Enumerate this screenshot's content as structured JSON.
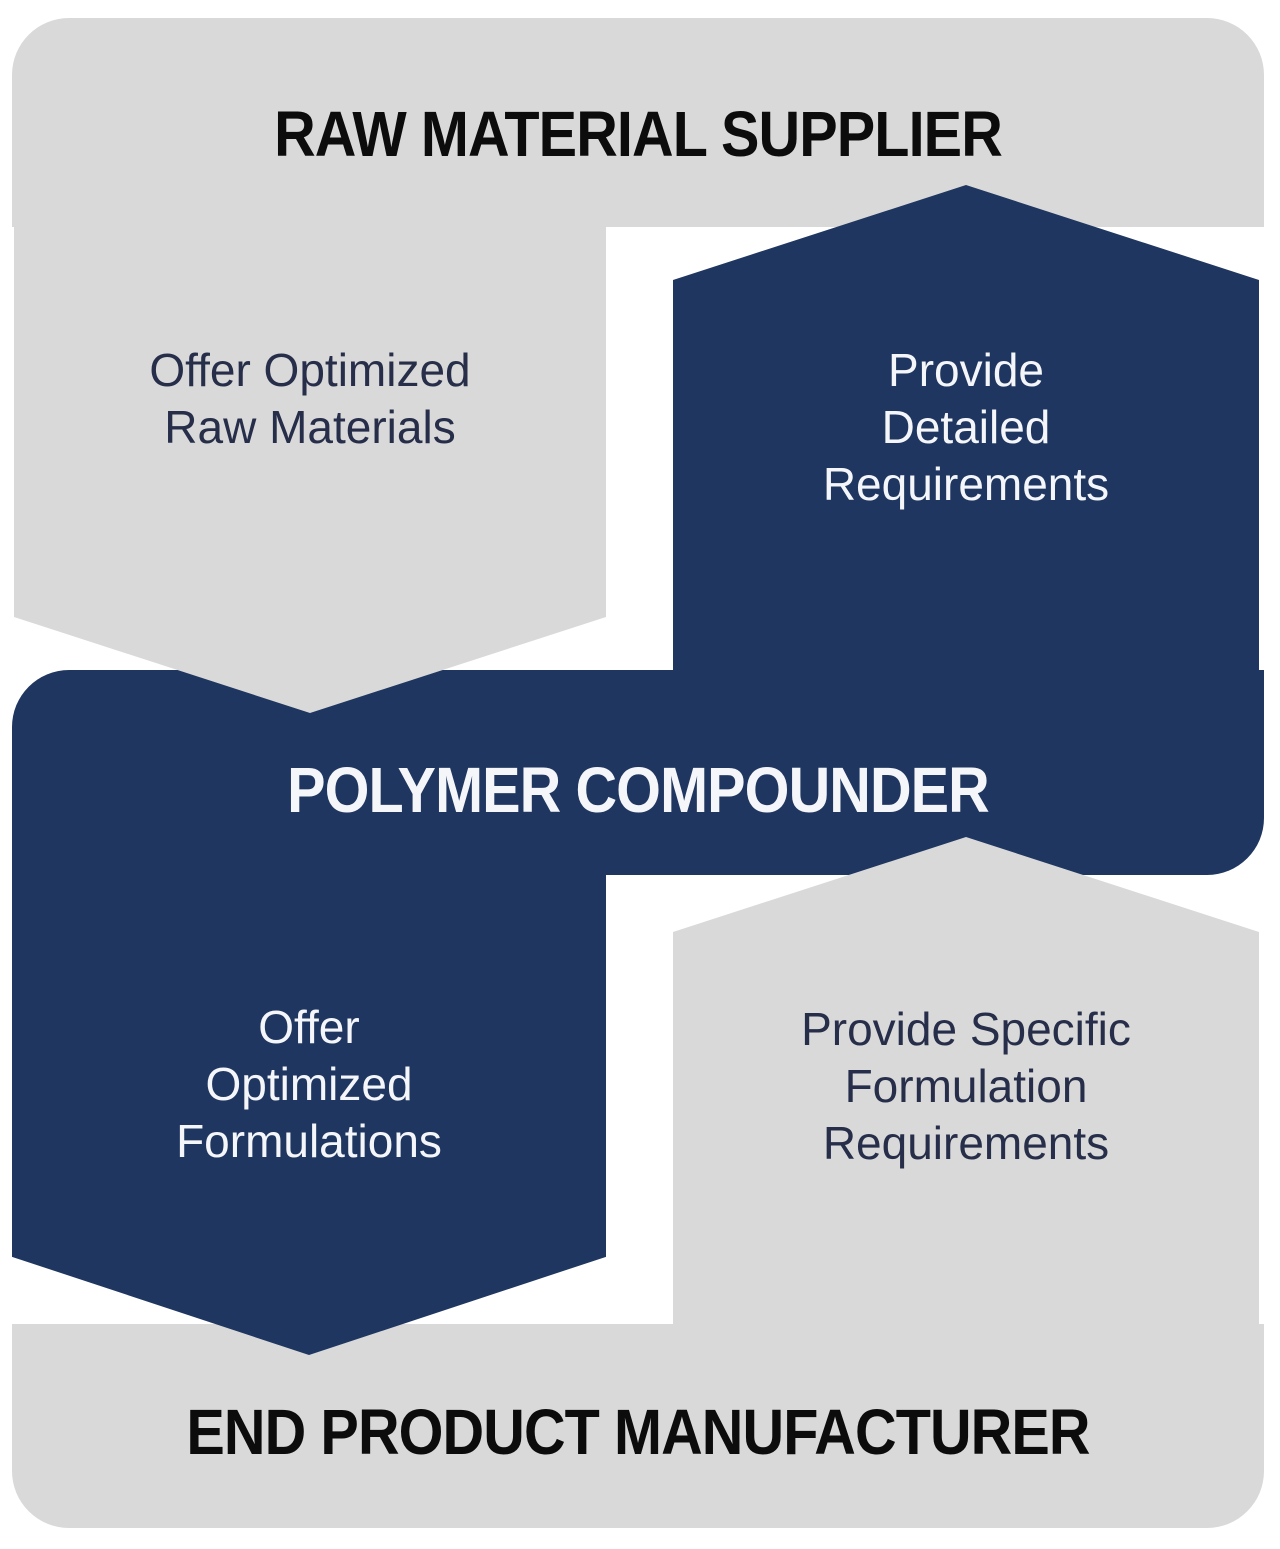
{
  "diagram": {
    "type": "supply-chain-flow",
    "nodes": {
      "top": {
        "label": "RAW MATERIAL SUPPLIER"
      },
      "middle": {
        "label": "POLYMER COMPOUNDER"
      },
      "bottom": {
        "label": "END PRODUCT MANUFACTURER"
      }
    },
    "flows": [
      {
        "id": "offer-optimized-raw-materials",
        "direction": "down",
        "from": "RAW MATERIAL SUPPLIER",
        "to": "POLYMER COMPOUNDER",
        "lines": [
          "Offer Optimized",
          "Raw Materials"
        ]
      },
      {
        "id": "provide-detailed-requirements",
        "direction": "up",
        "from": "POLYMER COMPOUNDER",
        "to": "RAW MATERIAL SUPPLIER",
        "lines": [
          "Provide",
          "Detailed",
          "Requirements"
        ]
      },
      {
        "id": "offer-optimized-formulations",
        "direction": "down",
        "from": "POLYMER COMPOUNDER",
        "to": "END PRODUCT MANUFACTURER",
        "lines": [
          "Offer",
          "Optimized",
          "Formulations"
        ]
      },
      {
        "id": "provide-specific-formulation-requirements",
        "direction": "up",
        "from": "END PRODUCT MANUFACTURER",
        "to": "POLYMER COMPOUNDER",
        "lines": [
          "Provide Specific",
          "Formulation",
          "Requirements"
        ]
      }
    ],
    "colors": {
      "gray": "#d9d9d9",
      "navy": "#1f3660",
      "heading": "#0c0c0c",
      "dark_text": "#272e4a",
      "light_text": "#f4f6f9",
      "background": "#ffffff"
    }
  }
}
